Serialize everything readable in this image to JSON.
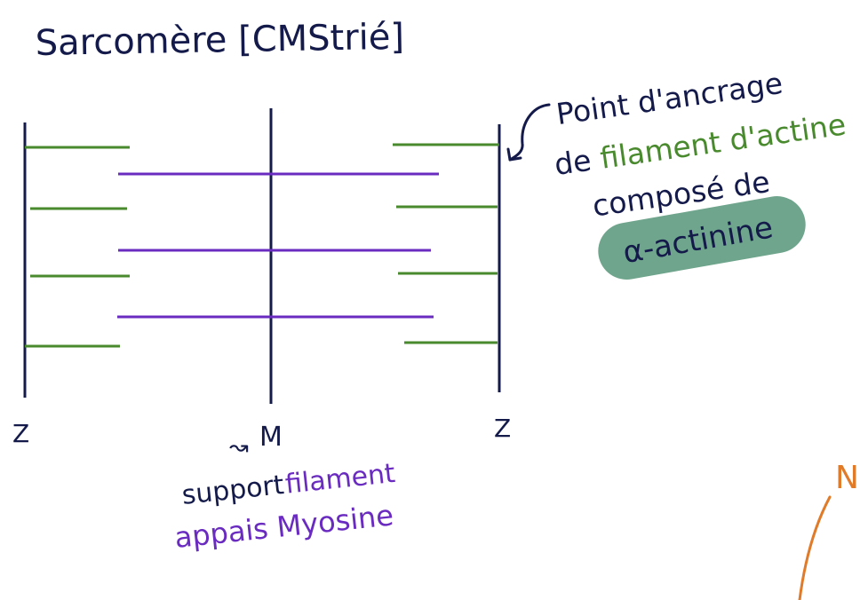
{
  "title": "Sarcomère [CMStrié]",
  "labels": {
    "z_left": "Z",
    "z_right": "Z",
    "m_line": "M",
    "m_arrow": "↝",
    "m_note_line1_prefix": "support",
    "m_note_line1_colored": "filament",
    "m_note_line2": "appais Myosine"
  },
  "annotation": {
    "line1": "Point d'ancrage",
    "line2_prefix": "de",
    "line2_colored": "filament d'actine",
    "line3": "composé de",
    "highlight": "α-actinine"
  },
  "cut_off_text": "N",
  "colors": {
    "ink": "#141a4a",
    "actin": "#4a8a2e",
    "myosin": "#6a2cc0",
    "highlight": "#6fa58c",
    "orange": "#e07b2a"
  }
}
